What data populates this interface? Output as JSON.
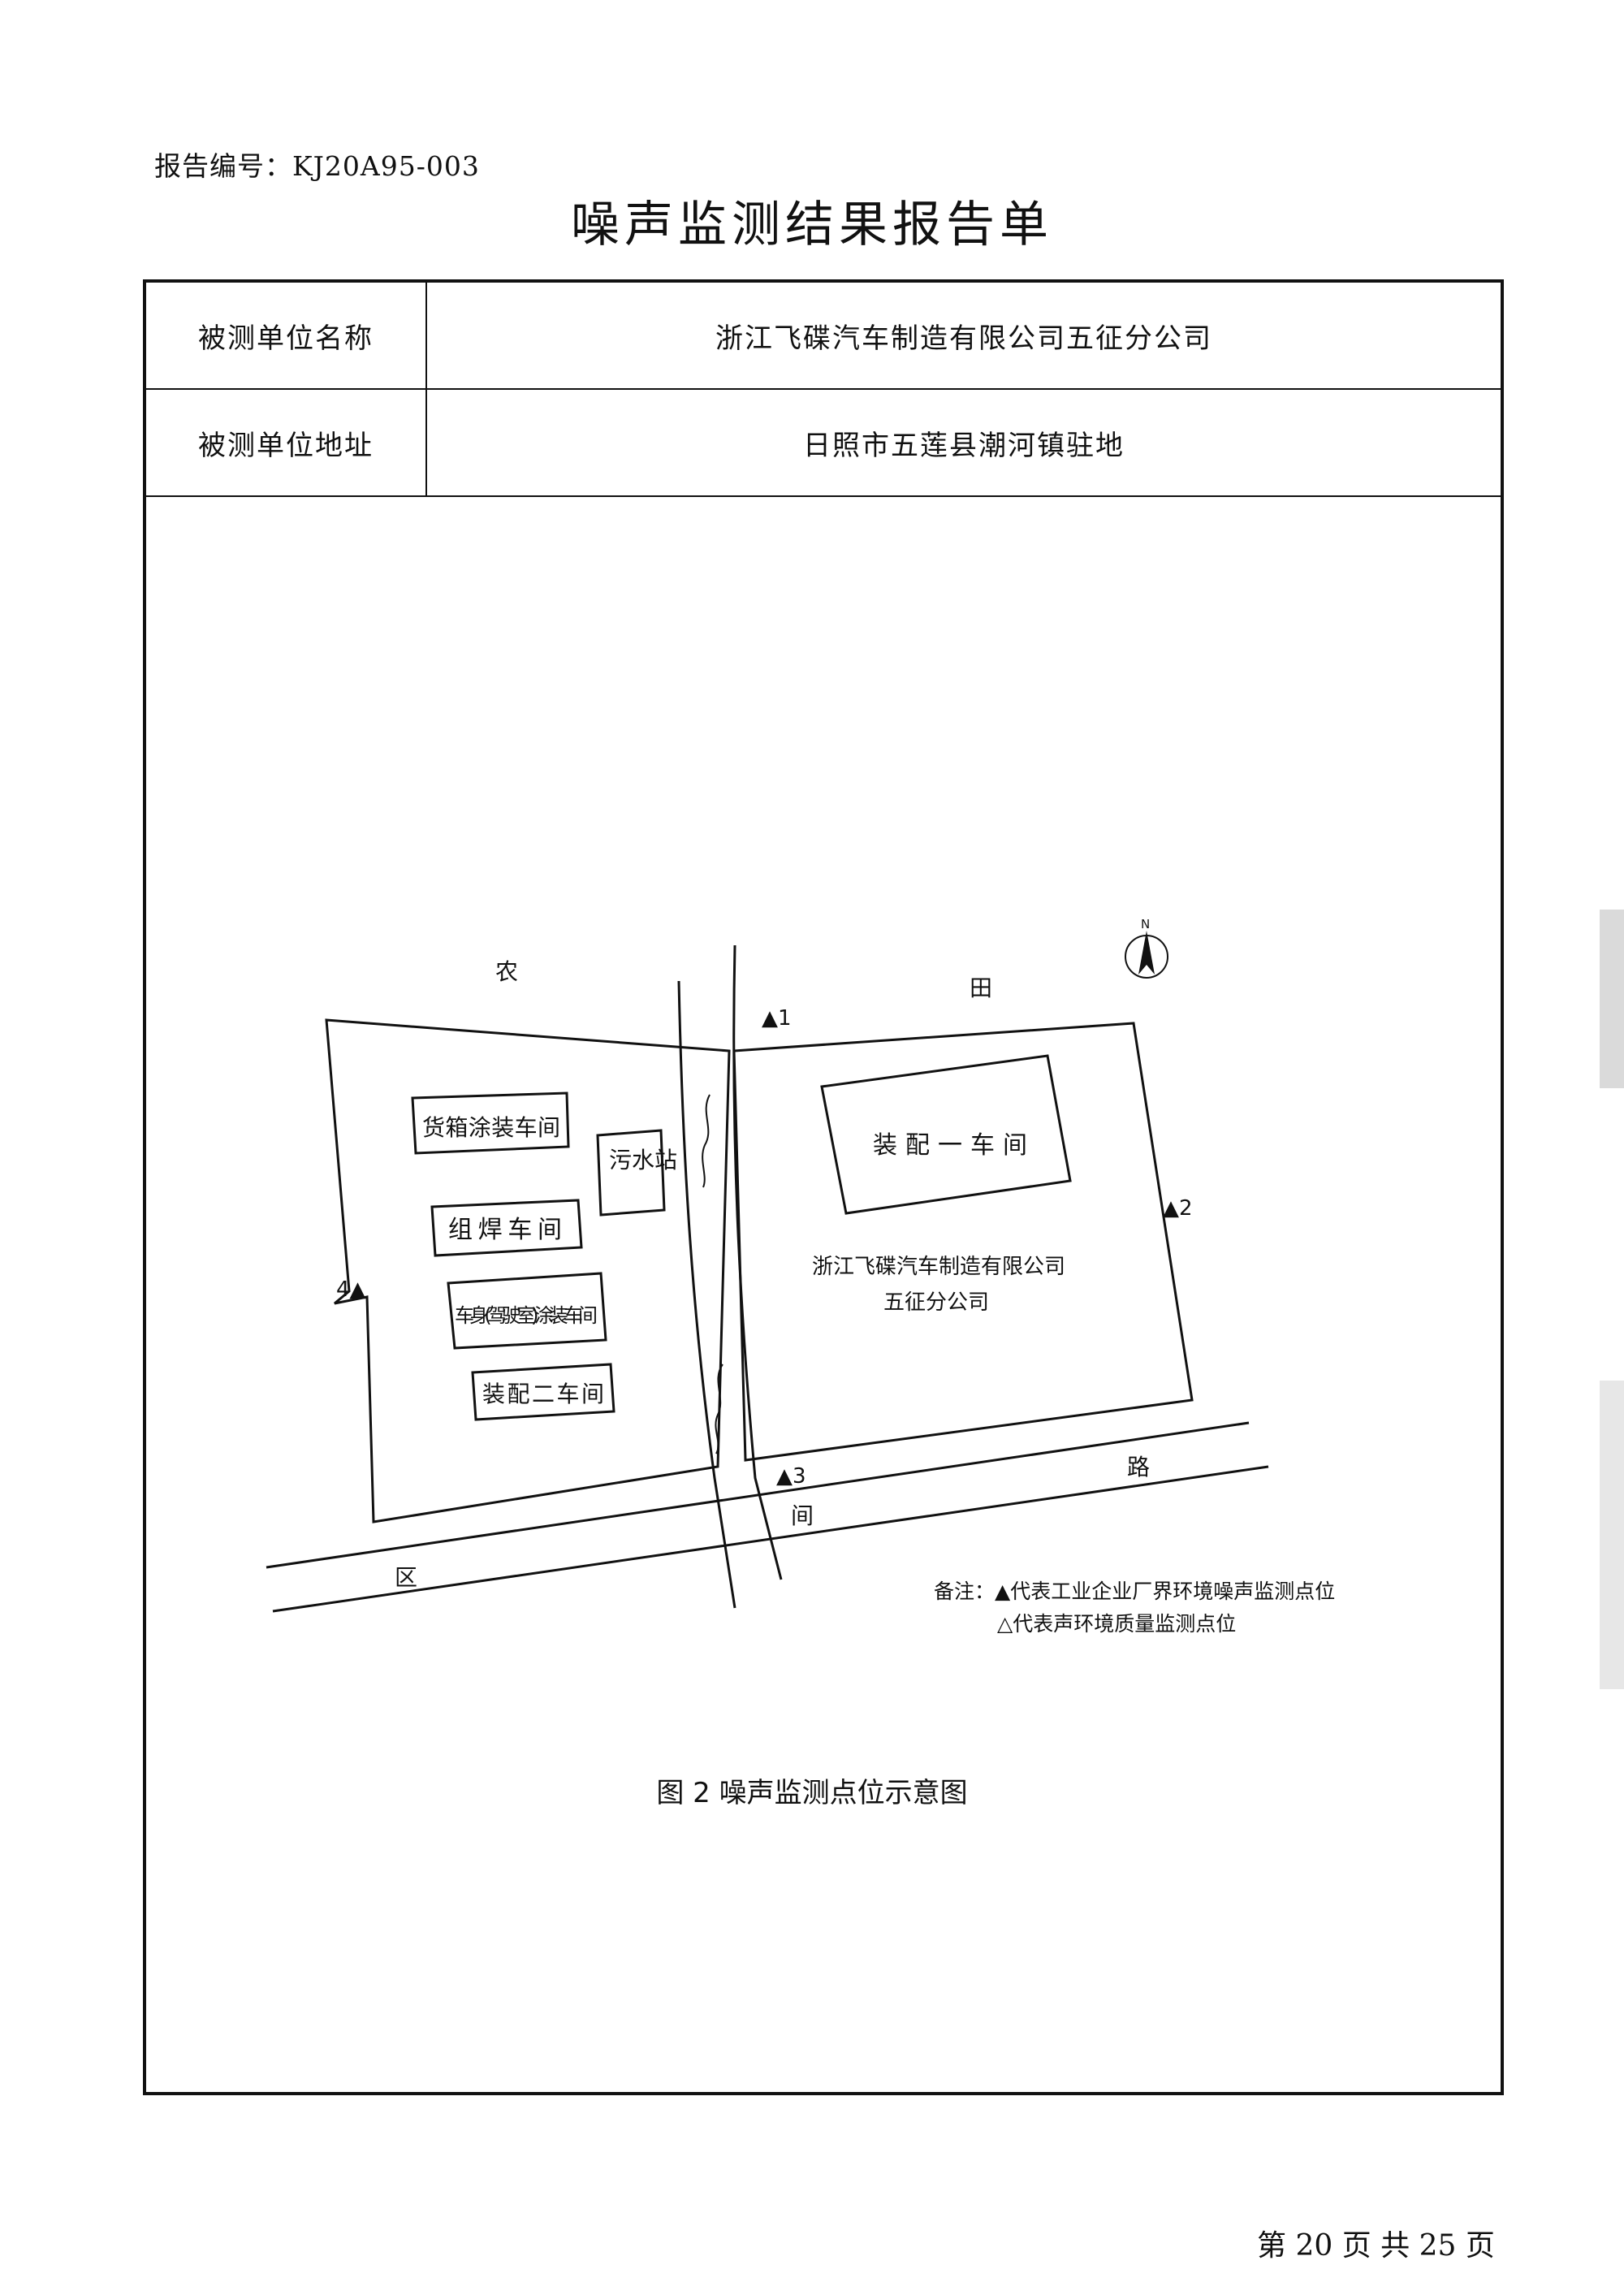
{
  "header": {
    "report_number": "报告编号：KJ20A95-003",
    "title": "噪声监测结果报告单"
  },
  "table": {
    "rows": [
      {
        "label": "被测单位名称",
        "value": "浙江飞碟汽车制造有限公司五征分公司"
      },
      {
        "label": "被测单位地址",
        "value": "日照市五莲县潮河镇驻地"
      }
    ]
  },
  "map": {
    "compass_label": "N",
    "area_labels": {
      "farmland_left": "农",
      "farmland_right": "田",
      "road_1": "区",
      "road_2": "间",
      "road_3": "路"
    },
    "buildings": [
      "货箱涂装车间",
      "污水站",
      "组焊车间",
      "车身(驾驶室)涂装车间",
      "装配二车间",
      "装配一车间"
    ],
    "company_label_line1": "浙江飞碟汽车制造有限公司",
    "company_label_line2": "五征分公司",
    "monitoring_points": [
      {
        "id": "1",
        "label": "▲1"
      },
      {
        "id": "2",
        "label": "▲2"
      },
      {
        "id": "3",
        "label": "▲3"
      },
      {
        "id": "4",
        "label": "4▲"
      }
    ],
    "legend": {
      "line1": "备注：▲代表工业企业厂界环境噪声监测点位",
      "line2": "△代表声环境质量监测点位"
    }
  },
  "caption": "图 2  噪声监测点位示意图",
  "footer": {
    "page_number": "第 20 页 共 25 页"
  },
  "colors": {
    "ink": "#111111",
    "paper": "#ffffff"
  }
}
